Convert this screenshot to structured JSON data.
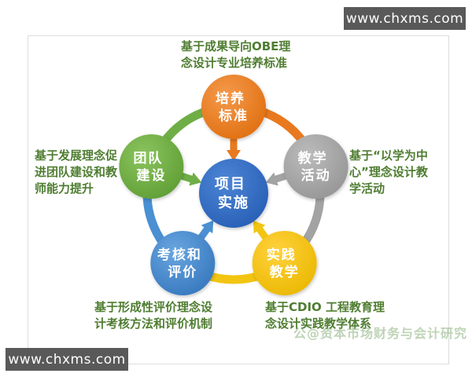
{
  "site_watermark": {
    "url": "www.chxms.com"
  },
  "page_watermark": {
    "text": "公@资本市场财务与会计研究"
  },
  "diagram": {
    "center": {
      "lines": [
        "项目",
        "实施"
      ],
      "color": "#2f6ec3"
    },
    "nodes": [
      {
        "id": "top",
        "lines": [
          "培养",
          "标准"
        ],
        "color": "#e8791e"
      },
      {
        "id": "right",
        "lines": [
          "教学",
          "活动"
        ],
        "color": "#a3a3a3"
      },
      {
        "id": "bottom-right",
        "lines": [
          "实践",
          "教学"
        ],
        "color": "#f2c511"
      },
      {
        "id": "bottom-left",
        "lines": [
          "考核和",
          "评价"
        ],
        "color": "#4a90d2"
      },
      {
        "id": "left",
        "lines": [
          "团队",
          "建设"
        ],
        "color": "#6fae46"
      }
    ],
    "annotations": {
      "top": "基于成果导向OBE理\n念设计专业培养标准",
      "right": "基于“以学为中\n心”理念设计教\n学活动",
      "left": "基于发展理念促\n进团队建设和教\n师能力提升",
      "bottom_left": "基于形成性评价理念设\n计考核方法和评价机制",
      "bottom_right": "基于CDIO 工程教育理\n念设计实践教学体系"
    },
    "colors": {
      "orange": "#e8791e",
      "green": "#6fae46",
      "gray": "#a3a3a3",
      "yellow": "#f2c511",
      "blue_light": "#4a90d2",
      "blue_center": "#2f6ec3",
      "annotation_green": "#4f7d31",
      "watermark_bar": "#595959"
    }
  }
}
